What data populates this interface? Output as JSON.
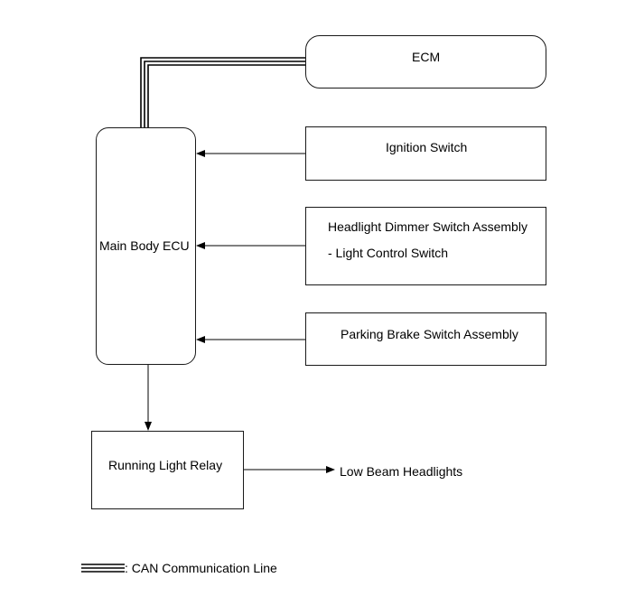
{
  "diagram": {
    "ecm": {
      "label": "ECM"
    },
    "main_body_ecu": {
      "label": "Main Body ECU"
    },
    "ignition_switch": {
      "label": "Ignition Switch"
    },
    "headlight_dimmer": {
      "line1": "Headlight Dimmer Switch Assembly",
      "line2": "- Light Control Switch"
    },
    "parking_brake": {
      "label": "Parking Brake Switch Assembly"
    },
    "running_light_relay": {
      "label": "Running Light Relay"
    },
    "low_beam": {
      "label": "Low Beam Headlights"
    }
  },
  "legend": {
    "can_label": ": CAN Communication Line"
  }
}
